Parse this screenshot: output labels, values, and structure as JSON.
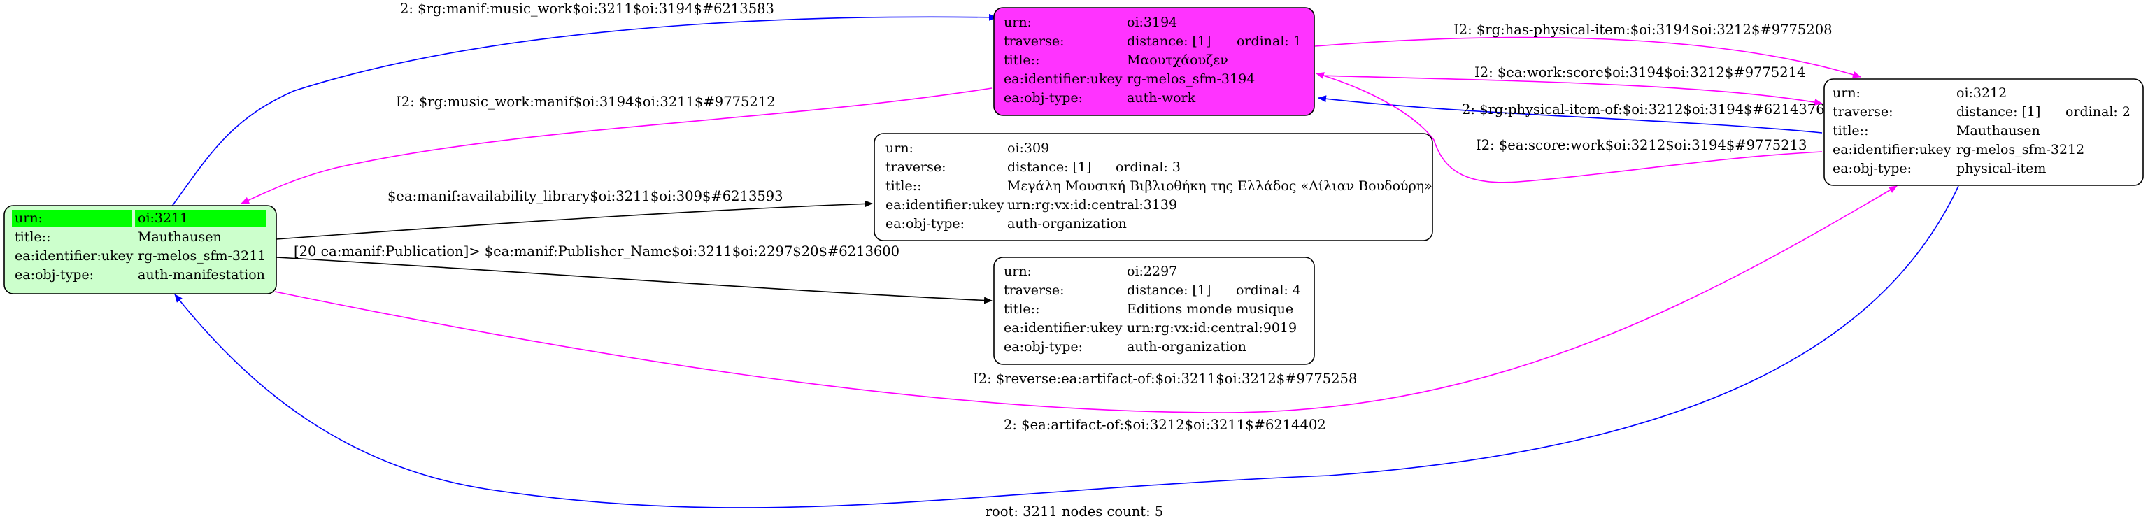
{
  "colors": {
    "blue": "#0000ff",
    "magenta": "#ff00ff",
    "black": "#000000",
    "root_fill": "#ccffcc",
    "root_highlight": "#00ff00",
    "work_fill": "#ff33ff",
    "plain_fill": "#ffffff"
  },
  "nodes": {
    "root": {
      "rows": [
        {
          "key": "urn:",
          "value": "oi:3211"
        },
        {
          "key": "title::",
          "value": "Mauthausen"
        },
        {
          "key": "ea:identifier:ukey",
          "value": "rg-melos_sfm-3211"
        },
        {
          "key": "ea:obj-type:",
          "value": "auth-manifestation"
        }
      ]
    },
    "work": {
      "rows": [
        {
          "key": "urn:",
          "value": "oi:3194"
        },
        {
          "key": "traverse:",
          "value": "distance: [1]",
          "extra": "ordinal: 1"
        },
        {
          "key": "title::",
          "value": "Μαουτχάουζεν"
        },
        {
          "key": "ea:identifier:ukey",
          "value": "rg-melos_sfm-3194"
        },
        {
          "key": "ea:obj-type:",
          "value": "auth-work"
        }
      ]
    },
    "item": {
      "rows": [
        {
          "key": "urn:",
          "value": "oi:3212"
        },
        {
          "key": "traverse:",
          "value": "distance: [1]",
          "extra": "ordinal: 2"
        },
        {
          "key": "title::",
          "value": "Mauthausen"
        },
        {
          "key": "ea:identifier:ukey",
          "value": "rg-melos_sfm-3212"
        },
        {
          "key": "ea:obj-type:",
          "value": "physical-item"
        }
      ]
    },
    "library": {
      "rows": [
        {
          "key": "urn:",
          "value": "oi:309"
        },
        {
          "key": "traverse:",
          "value": "distance: [1]",
          "extra": "ordinal: 3"
        },
        {
          "key": "title::",
          "value": "Μεγάλη Μουσική Βιβλιοθήκη της Ελλάδος «Λίλιαν Βουδούρη»"
        },
        {
          "key": "ea:identifier:ukey",
          "value": "urn:rg:vx:id:central:3139"
        },
        {
          "key": "ea:obj-type:",
          "value": "auth-organization"
        }
      ]
    },
    "publisher": {
      "rows": [
        {
          "key": "urn:",
          "value": "oi:2297"
        },
        {
          "key": "traverse:",
          "value": "distance: [1]",
          "extra": "ordinal: 4"
        },
        {
          "key": "title::",
          "value": "Editions monde musique"
        },
        {
          "key": "ea:identifier:ukey",
          "value": "urn:rg:vx:id:central:9019"
        },
        {
          "key": "ea:obj-type:",
          "value": "auth-organization"
        }
      ]
    }
  },
  "edges": [
    {
      "id": "root-to-work",
      "label": "2: $rg:manif:music_work$oi:3211$oi:3194$#6213583",
      "color": "blue"
    },
    {
      "id": "work-to-root",
      "label": "I2: $rg:music_work:manif$oi:3194$oi:3211$#9775212",
      "color": "magenta"
    },
    {
      "id": "work-to-item-physical",
      "label": "I2: $rg:has-physical-item:$oi:3194$oi:3212$#9775208",
      "color": "magenta"
    },
    {
      "id": "work-to-item-score",
      "label": "I2: $ea:work:score$oi:3194$oi:3212$#9775214",
      "color": "magenta"
    },
    {
      "id": "item-to-work-physical",
      "label": "2: $rg:physical-item-of:$oi:3212$oi:3194$#6214376",
      "color": "blue"
    },
    {
      "id": "item-to-work-score",
      "label": "I2: $ea:score:work$oi:3212$oi:3194$#9775213",
      "color": "magenta"
    },
    {
      "id": "root-to-library",
      "label": "$ea:manif:availability_library$oi:3211$oi:309$#6213593",
      "color": "black"
    },
    {
      "id": "root-to-publisher",
      "label": "[20 ea:manif:Publication]> $ea:manif:Publisher_Name$oi:3211$oi:2297$20$#6213600",
      "color": "black"
    },
    {
      "id": "root-to-item",
      "label": "I2: $reverse:ea:artifact-of:$oi:3211$oi:3212$#9775258",
      "color": "magenta"
    },
    {
      "id": "item-to-root",
      "label": "2: $ea:artifact-of:$oi:3212$oi:3211$#6214402",
      "color": "blue"
    }
  ],
  "footer": "root: 3211 nodes count: 5"
}
